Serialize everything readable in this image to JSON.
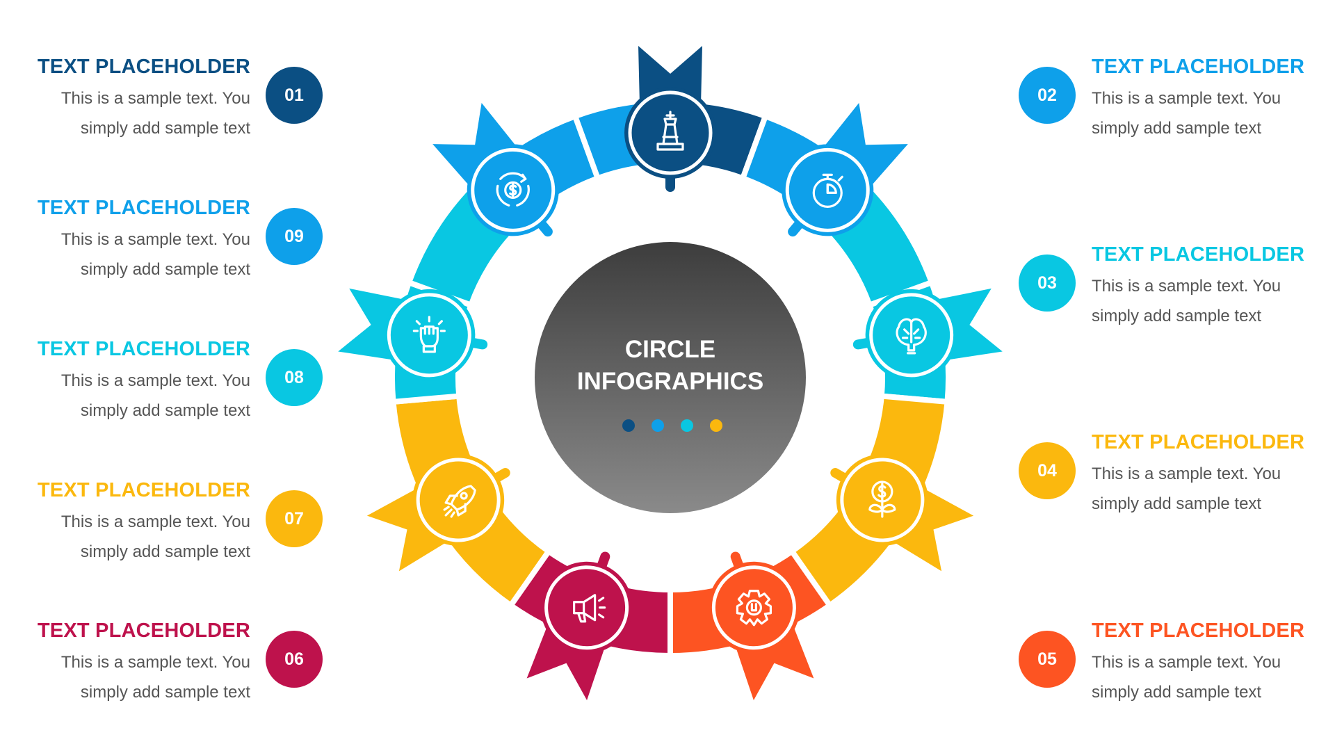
{
  "center": {
    "line1": "CIRCLE",
    "line2": "INFOGRAPHICS",
    "dot_colors": [
      "#0b4f83",
      "#0ea0ea",
      "#09c7e2",
      "#fbb80e"
    ],
    "gradient": [
      "#3d3d3d",
      "#8a8a8a"
    ]
  },
  "items": [
    {
      "num": "01",
      "title": "TEXT PLACEHOLDER",
      "line1": "This is a sample text. You",
      "line2": "simply add sample text",
      "color": "#0b4f83",
      "icon": "chess-king-icon"
    },
    {
      "num": "02",
      "title": "TEXT PLACEHOLDER",
      "line1": "This is a sample text. You",
      "line2": "simply add sample text",
      "color": "#0ea0ea",
      "icon": "stopwatch-icon"
    },
    {
      "num": "03",
      "title": "TEXT PLACEHOLDER",
      "line1": "This is a sample text. You",
      "line2": "simply add sample text",
      "color": "#09c7e2",
      "icon": "brain-bulb-icon"
    },
    {
      "num": "04",
      "title": "TEXT PLACEHOLDER",
      "line1": "This is a sample text. You",
      "line2": "simply add sample text",
      "color": "#fbb80e",
      "icon": "money-plant-icon"
    },
    {
      "num": "05",
      "title": "TEXT PLACEHOLDER",
      "line1": "This is a sample text. You",
      "line2": "simply add sample text",
      "color": "#fd5422",
      "icon": "gear-wrench-icon"
    },
    {
      "num": "06",
      "title": "TEXT PLACEHOLDER",
      "line1": "This is a sample text. You",
      "line2": "simply add sample text",
      "color": "#be124c",
      "icon": "megaphone-icon"
    },
    {
      "num": "07",
      "title": "TEXT PLACEHOLDER",
      "line1": "This is a sample text. You",
      "line2": "simply add sample text",
      "color": "#fbb80e",
      "icon": "rocket-icon"
    },
    {
      "num": "08",
      "title": "TEXT PLACEHOLDER",
      "line1": "This is a sample text. You",
      "line2": "simply add sample text",
      "color": "#09c7e2",
      "icon": "raised-fist-icon"
    },
    {
      "num": "09",
      "title": "TEXT PLACEHOLDER",
      "line1": "This is a sample text. You",
      "line2": "simply add sample text",
      "color": "#0ea0ea",
      "icon": "dollar-cycle-icon"
    }
  ],
  "ring_colors": [
    "#0b4f83",
    "#0ea0ea",
    "#09c7e2",
    "#09c7e2",
    "#fbb80e",
    "#fbb80e",
    "#fd5422",
    "#be124c",
    "#fbb80e",
    "#fbb80e",
    "#09c7e2",
    "#09c7e2",
    "#0ea0ea",
    "#0ea0ea"
  ]
}
